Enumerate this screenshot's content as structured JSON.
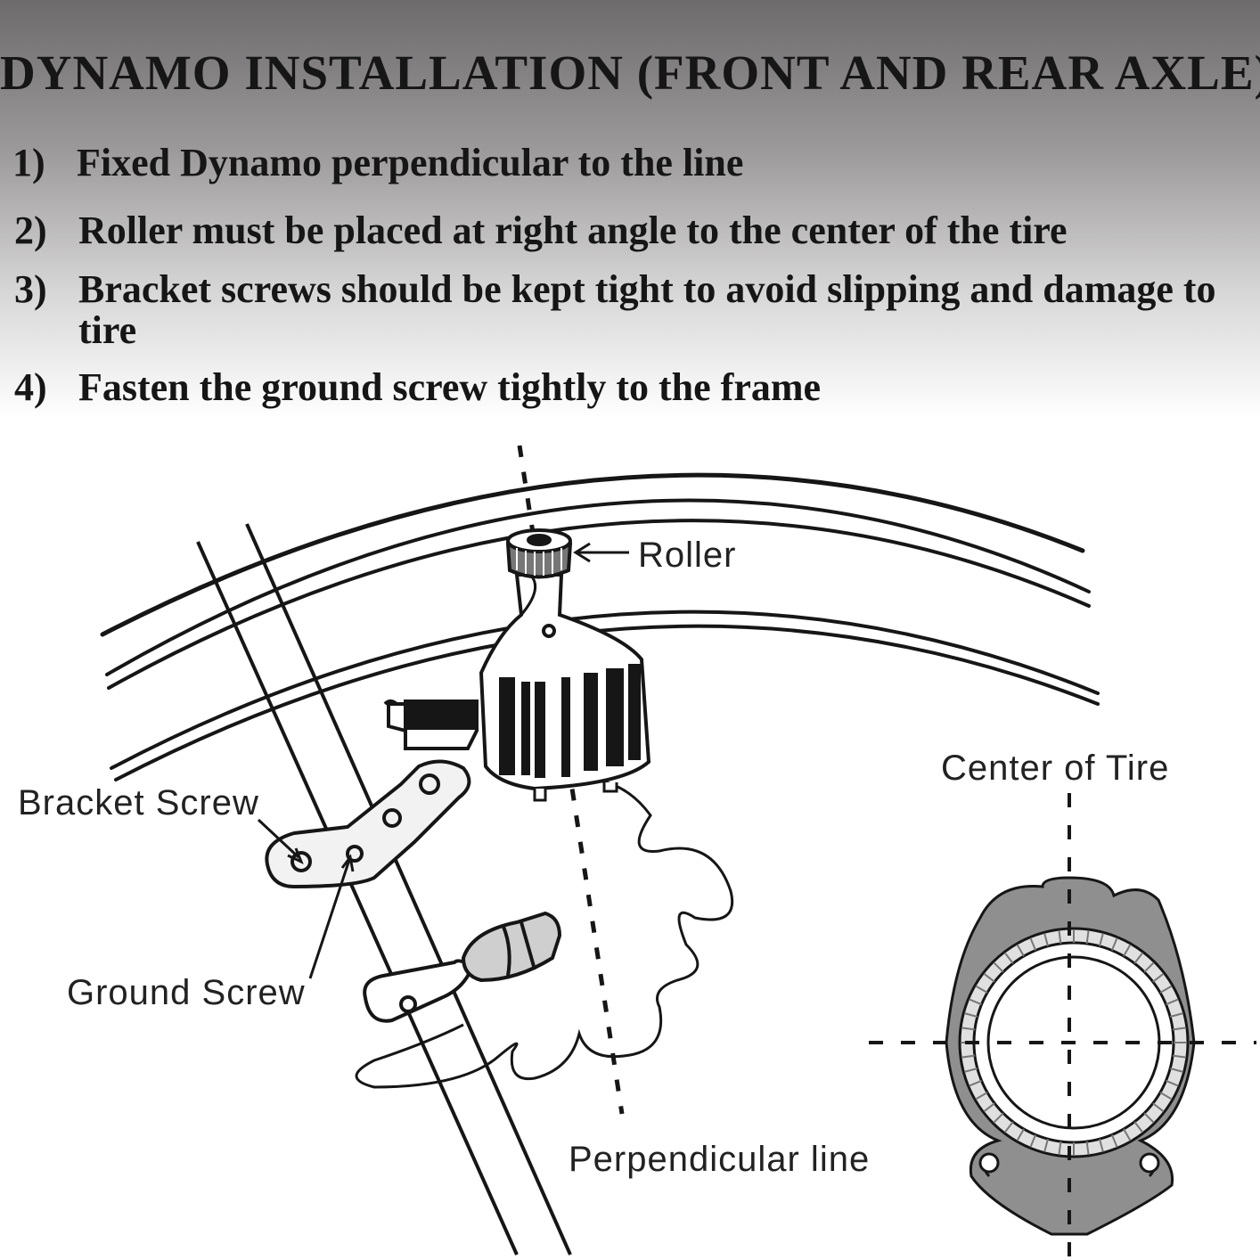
{
  "header": {
    "title": "DYNAMO INSTALLATION (FRONT AND REAR AXLE)",
    "steps": [
      {
        "num": "1)",
        "text": "Fixed Dynamo perpendicular to the line"
      },
      {
        "num": "2)",
        "text": "Roller must be placed at right angle to the center of the tire"
      },
      {
        "num": "3)",
        "text": "Bracket screws should be kept tight to avoid slipping and damage to tire"
      },
      {
        "num": "4)",
        "text": "Fasten the ground screw tightly to the frame"
      }
    ]
  },
  "labels": {
    "roller": "Roller",
    "bracket_screw": "Bracket Screw",
    "ground_screw": "Ground Screw",
    "perpendicular_line": "Perpendicular line",
    "center_of_tire": "Center of Tire"
  },
  "colors": {
    "ink": "#161616",
    "tire_gray": "#8f8f8f",
    "tire_light": "#d9d9d9"
  }
}
